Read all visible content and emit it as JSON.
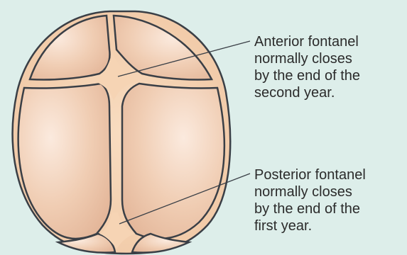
{
  "labels": {
    "anterior": {
      "lines": [
        "Anterior fontanel",
        "normally closes",
        "by the end of the",
        "second year."
      ]
    },
    "posterior": {
      "lines": [
        "Posterior fontanel",
        "normally closes",
        "by the end of the",
        "first year."
      ]
    }
  },
  "colors": {
    "background": "#ddeeea",
    "bone": "#f0cdb3",
    "bone_highlight": "#f9e6d8",
    "bone_shadow": "#e2b394",
    "fontanel": "#f6d6b8",
    "suture": "#3a3f46",
    "text": "#2b2b2b"
  }
}
